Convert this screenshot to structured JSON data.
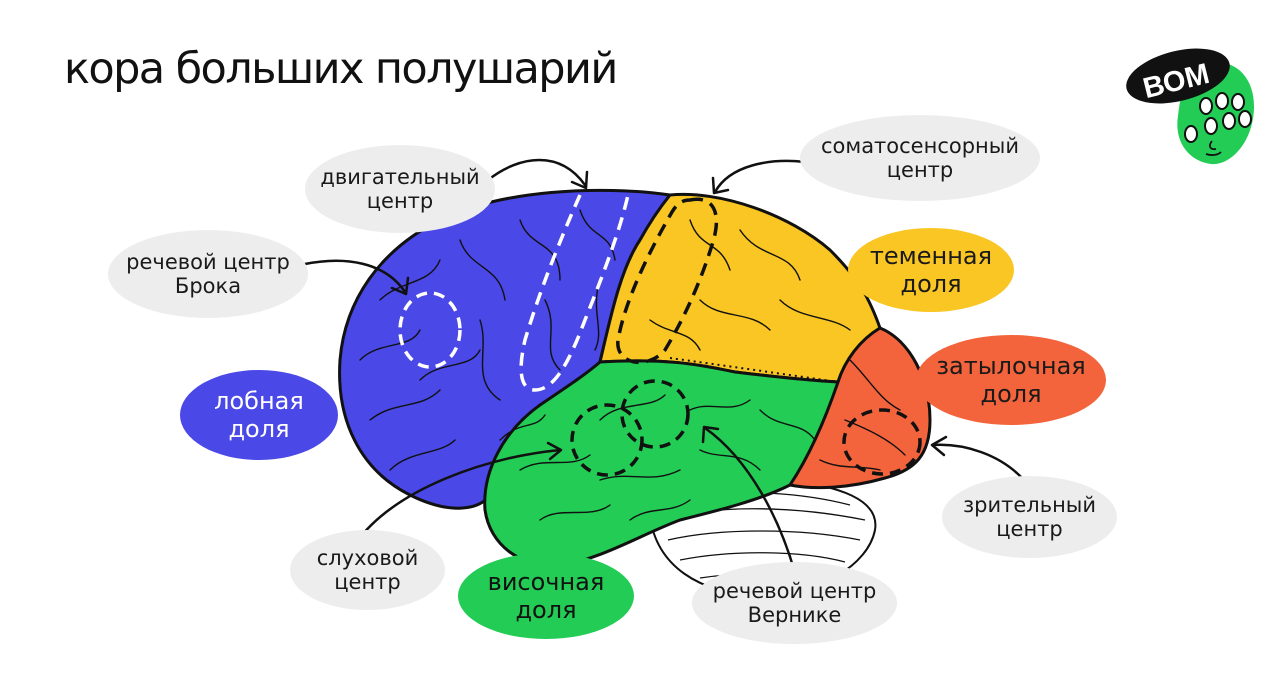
{
  "title": "кора больших полушарий",
  "logo": {
    "text": "ВОМ",
    "bg_color": "#111111",
    "accent_color": "#22cc55"
  },
  "colors": {
    "frontal": "#4a48e6",
    "parietal": "#f9c623",
    "occipital": "#f4643c",
    "temporal": "#22cc55",
    "callout_bg": "#ededed"
  },
  "callouts": {
    "motor": "двигательный\nцентр",
    "somatosensory": "соматосенсорный\nцентр",
    "broca": "речевой центр\nБрока",
    "auditory": "слуховой\nцентр",
    "wernicke": "речевой центр\nВернике",
    "visual": "зрительный\nцентр"
  },
  "lobes": {
    "frontal": "лобная\nдоля",
    "parietal": "теменная\nдоля",
    "occipital": "затылочная\nдоля",
    "temporal": "височная\nдоля"
  }
}
